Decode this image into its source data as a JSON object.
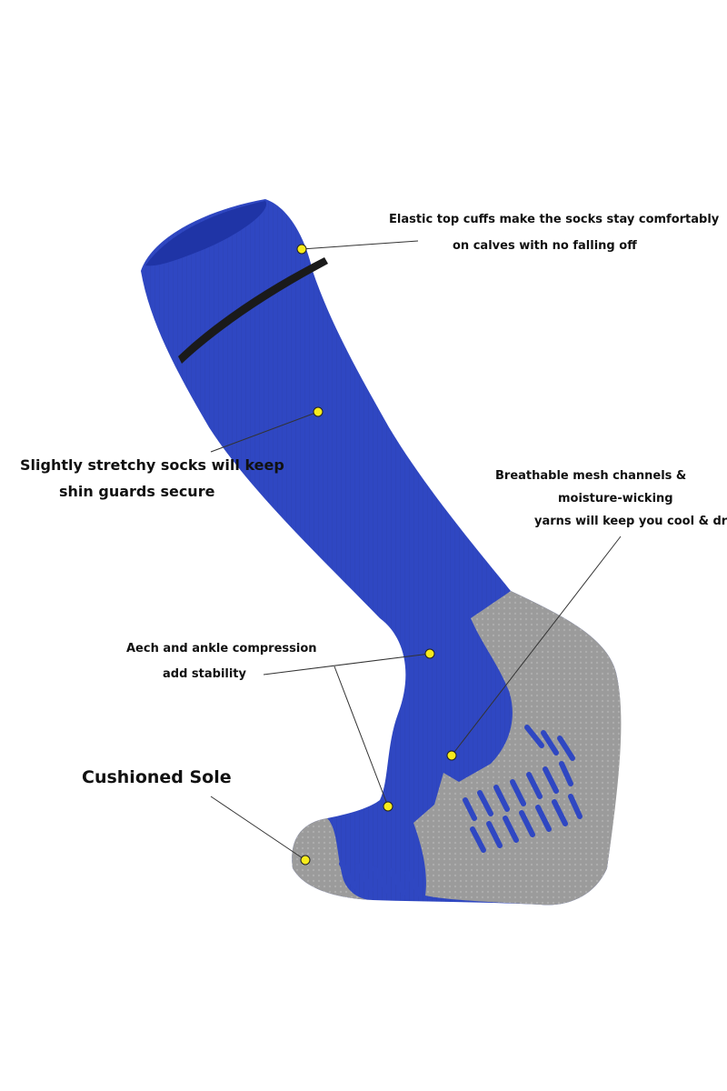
{
  "product": {
    "colors": {
      "sock_blue": "#2F47C2",
      "sock_blue_dark": "#1F34A6",
      "cushion_grey": "#9B9B9B",
      "cuff_stripe": "#1a1a1a",
      "callout_dot": "#F7EB1C",
      "leader_line": "#333333"
    }
  },
  "callouts": {
    "cuff": {
      "line1": "Elastic top cuffs make the socks stay comfortably",
      "line2": "on calves with no falling off"
    },
    "shin": {
      "line1": "Slightly stretchy socks will keep",
      "line2": "shin guards secure"
    },
    "mesh": {
      "line1": "Breathable mesh channels &",
      "line2": "moisture-wicking",
      "line3": "yarns will keep you cool & dry"
    },
    "arch": {
      "line1": "Aech and ankle compression",
      "line2": "add stability"
    },
    "sole": {
      "line1": "Cushioned Sole"
    }
  }
}
